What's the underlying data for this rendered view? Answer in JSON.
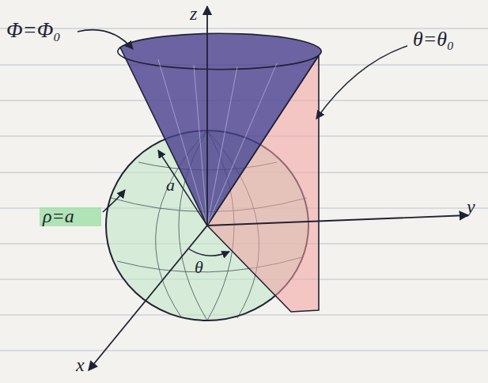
{
  "diagram": {
    "labels": [
      "Φ=Φ₀",
      "θ=θ₀",
      "ρ=a",
      "z",
      "y",
      "x",
      "a",
      "θ"
    ]
  }
}
